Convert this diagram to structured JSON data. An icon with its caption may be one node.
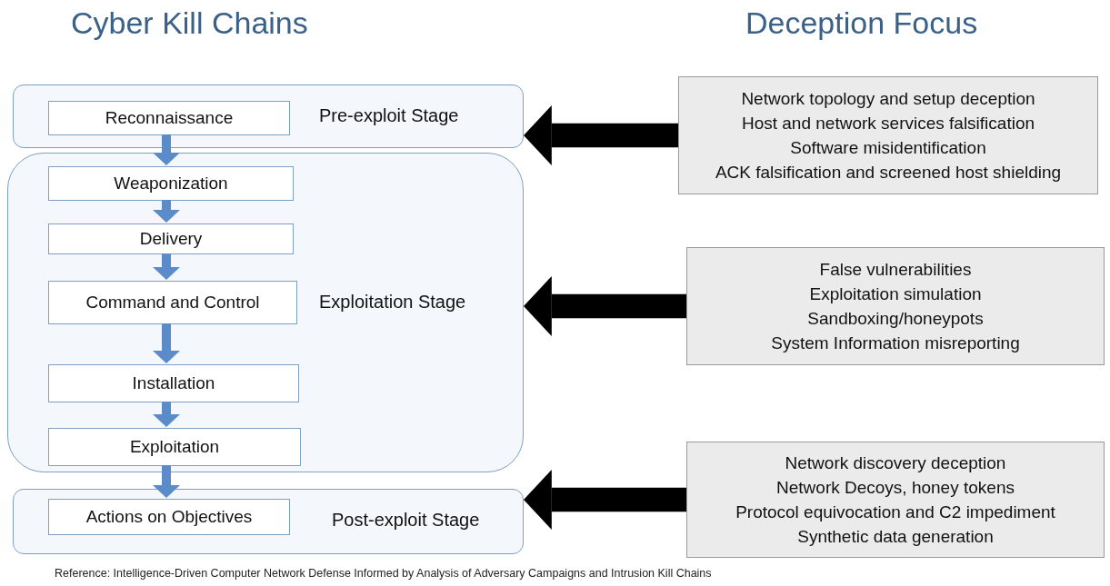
{
  "diagram": {
    "title": "Cyber Kill Chains",
    "nodes": [
      {
        "text": [
          "Pre-exploit Stage"
        ]
      },
      {
        "text": [
          "Reconnaissance"
        ],
        "in": 0
      },
      {
        "text": [
          "Exploitation Stage"
        ]
      },
      {
        "text": [
          "Weaponization"
        ],
        "in": 2
      },
      {
        "text": [
          "Delivery"
        ],
        "in": 2
      },
      {
        "text": [
          "Command and Control"
        ],
        "in": 2
      },
      {
        "text": [
          "Installation"
        ],
        "in": 2
      },
      {
        "text": [
          "Exploitation"
        ],
        "in": 2
      },
      {
        "text": [
          "Post-exploit Stage"
        ]
      },
      {
        "text": [
          "Actions on Objectives"
        ],
        "in": 8
      },
      {
        "text": [
          "Network topology  and setup deception",
          "Host and network services falsification",
          "Software misidentification",
          "ACK falsification and screened host shielding"
        ]
      },
      {
        "text": [
          "False vulnerabilities",
          "Exploitation simulation",
          "Sandboxing/honeypots",
          "System Information misreporting"
        ]
      },
      {
        "text": [
          "Network discovery deception",
          "Network Decoys, honey tokens",
          "Protocol equivocation and C2 impediment",
          "Synthetic data generation"
        ]
      }
    ],
    "edges": [
      {
        "from": 1,
        "to": 3,
        "arrow": "to"
      },
      {
        "from": 3,
        "to": 4,
        "arrow": "to"
      },
      {
        "from": 4,
        "to": 5,
        "arrow": "to"
      },
      {
        "from": 5,
        "to": 6,
        "arrow": "to"
      },
      {
        "from": 6,
        "to": 7,
        "arrow": "to"
      },
      {
        "from": 7,
        "to": 9,
        "arrow": "to"
      },
      {
        "from": 10,
        "to": 0,
        "arrow": "to",
        "style": "thick",
        "color": "#000000"
      },
      {
        "from": 11,
        "to": 2,
        "arrow": "to",
        "style": "thick",
        "color": "#000000"
      },
      {
        "from": 12,
        "to": 8,
        "arrow": "to",
        "style": "thick",
        "color": "#000000"
      }
    ],
    "labels": [
      "Deception Focus"
    ],
    "caption": "Reference: Intelligence-Driven Computer Network Defense Informed by Analysis of Adversary Campaigns and Intrusion Kill Chains"
  }
}
